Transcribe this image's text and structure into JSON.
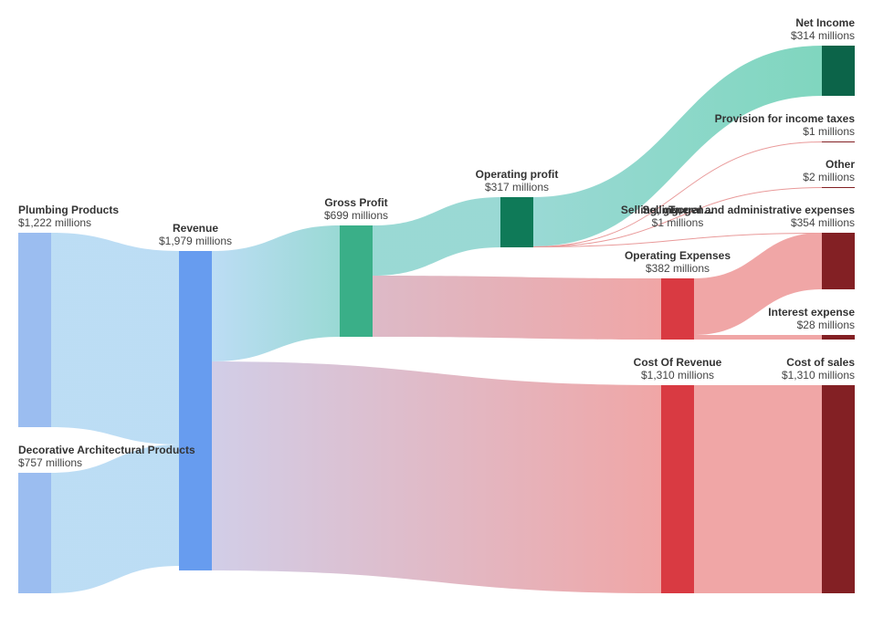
{
  "colors": {
    "blue_light": "#9bbdf0",
    "blue": "#679cef",
    "green_mid": "#3aaf88",
    "green_dark": "#0f7a58",
    "green_darker": "#0c6449",
    "red": "#d93a42",
    "maroon": "#832024",
    "flow_blue": "#b9dbf4",
    "flow_teal": "#94d7d2",
    "flow_green": "#79d4bb",
    "flow_pink": "#efa1a1",
    "flow_purple": "#cfcbe6",
    "flow_red_line": "#e99a9a"
  },
  "chart_data": {
    "type": "sankey",
    "unit": "millions",
    "nodes": [
      {
        "id": "plumbing",
        "name": "Plumbing Products",
        "value_label": "$1,222 millions",
        "value": 1222
      },
      {
        "id": "decorative",
        "name": "Decorative Architectural Products",
        "value_label": "$757 millions",
        "value": 757
      },
      {
        "id": "revenue",
        "name": "Revenue",
        "value_label": "$1,979 millions",
        "value": 1979
      },
      {
        "id": "gross_profit",
        "name": "Gross Profit",
        "value_label": "$699 millions",
        "value": 699
      },
      {
        "id": "cost_of_revenue",
        "name": "Cost Of Revenue",
        "value_label": "$1,310 millions",
        "value": 1310
      },
      {
        "id": "operating_profit",
        "name": "Operating profit",
        "value_label": "$317 millions",
        "value": 317
      },
      {
        "id": "operating_expenses",
        "name": "Operating Expenses",
        "value_label": "$382 millions",
        "value": 382
      },
      {
        "id": "net_income",
        "name": "Net Income",
        "value_label": "$314 millions",
        "value": 314
      },
      {
        "id": "provision_taxes",
        "name": "Provision for income taxes",
        "value_label": "$1 millions",
        "value": 1
      },
      {
        "id": "other",
        "name": "Other",
        "value_label": "$2 millions",
        "value": 2
      },
      {
        "id": "selling_gen_tax",
        "name": "Selling, gen...",
        "value_label": "$1 millions",
        "value": 1,
        "overlay_name": "Tax"
      },
      {
        "id": "sga",
        "name": "Selling, general and administrative expenses",
        "value_label": "$354 millions",
        "value": 354
      },
      {
        "id": "interest",
        "name": "Interest expense",
        "value_label": "$28 millions",
        "value": 28
      },
      {
        "id": "cost_of_sales",
        "name": "Cost of sales",
        "value_label": "$1,310 millions",
        "value": 1310
      }
    ],
    "links": [
      {
        "source": "plumbing",
        "target": "revenue",
        "value": 1222
      },
      {
        "source": "decorative",
        "target": "revenue",
        "value": 757
      },
      {
        "source": "revenue",
        "target": "gross_profit",
        "value": 699
      },
      {
        "source": "revenue",
        "target": "cost_of_revenue",
        "value": 1310
      },
      {
        "source": "gross_profit",
        "target": "operating_profit",
        "value": 317
      },
      {
        "source": "gross_profit",
        "target": "operating_expenses",
        "value": 382
      },
      {
        "source": "operating_profit",
        "target": "net_income",
        "value": 314
      },
      {
        "source": "operating_profit",
        "target": "provision_taxes",
        "value": 1
      },
      {
        "source": "operating_profit",
        "target": "other",
        "value": 2
      },
      {
        "source": "operating_profit",
        "target": "selling_gen_tax",
        "value": 1
      },
      {
        "source": "operating_expenses",
        "target": "sga",
        "value": 354
      },
      {
        "source": "operating_expenses",
        "target": "interest",
        "value": 28
      },
      {
        "source": "cost_of_revenue",
        "target": "cost_of_sales",
        "value": 1310
      }
    ]
  }
}
